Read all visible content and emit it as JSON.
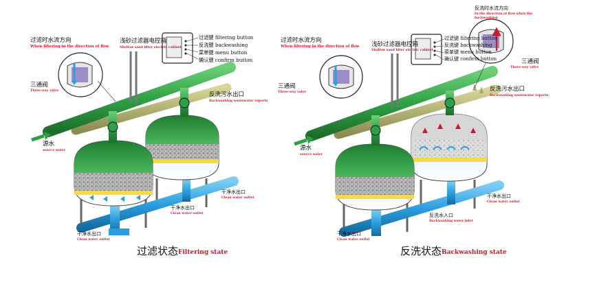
{
  "left_panel": {
    "flow_cn": "过滤时水流方向",
    "flow_en": "When filtering in the direction of flow",
    "cabinet_cn": "浅砂过滤器电控箱",
    "cabinet_en": "Shallow sand filter electric cabinet",
    "buttons": [
      "过滤键 filtering button",
      "反洗键 backwashing",
      "菜单键 menu button",
      "确认键 confirm button"
    ],
    "valve_cn": "三通阀",
    "valve_en": "Three-way valve",
    "sewage_cn": "反洗污水出口",
    "sewage_en": "Backwashing wastewater exports",
    "source_cn": "源水",
    "source_en": "source water",
    "clean1_cn": "干净水出口",
    "clean1_en": "Clean water outlet",
    "clean2_cn": "干净水出口",
    "clean2_en": "Clean water outlet",
    "clean3_cn": "干净水出口",
    "clean3_en": "Clean water outlet",
    "caption_cn": "过滤状态",
    "caption_en": "Filtering state"
  },
  "right_panel": {
    "flow_cn": "过滤时水流方向",
    "flow_en": "When filtering in the direction of flow",
    "back_flow_cn": "反洗时水流方向",
    "back_flow_en": "In the direction of flow when the backwashing",
    "cabinet_cn": "浅砂过滤器电控箱",
    "cabinet_en": "Shallow sand filter electric cabinet",
    "buttons": [
      "过滤键 filtering button",
      "反洗键 backwashing",
      "菜单键 menu button",
      "确认键 confirm button"
    ],
    "valve_cn": "三通阀",
    "valve_en": "Three-way valve",
    "valve2_cn": "三通阀",
    "valve2_en": "Three-way valve",
    "sewage_cn": "反洗污水出口",
    "sewage_en": "Backwashing wastewater exports",
    "source_cn": "源水",
    "source_en": "source water",
    "clean1_cn": "干净水出口",
    "clean1_en": "Clean water outlet",
    "clean2_cn": "干净水出口",
    "clean2_en": "Clean water outlet",
    "inlet_cn": "反洗水入口",
    "inlet_en": "Backwashing water inlet",
    "caption_cn": "反洗状态",
    "caption_en": "Backwashing state"
  },
  "colors": {
    "pipe_green": "#2fa044",
    "pipe_olive": "#a8a866",
    "pipe_blue": "#2a9ee0",
    "tank_green": "#2f9f45",
    "label_red": "#d0182a"
  }
}
